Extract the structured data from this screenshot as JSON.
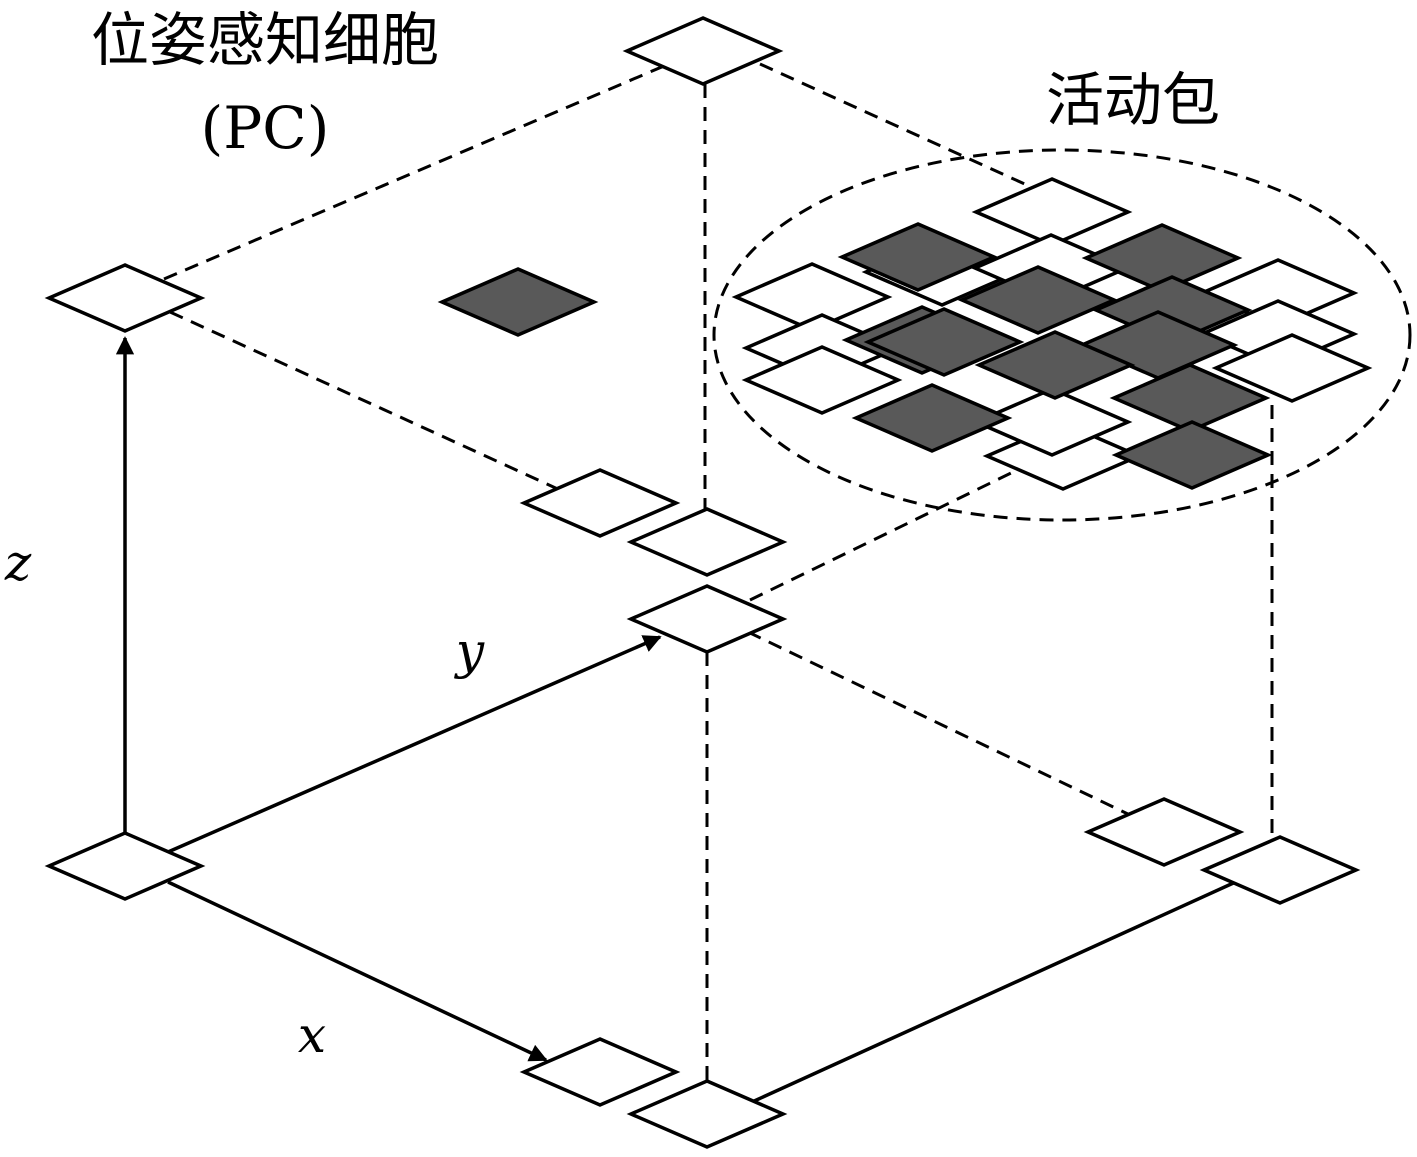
{
  "labels": {
    "pose_cells": "位姿感知细胞",
    "pose_cells_abbr": "(PC)",
    "activity_packet": "活动包",
    "axis_x": "x",
    "axis_y": "y",
    "axis_z": "z"
  },
  "colors": {
    "stroke": "#000000",
    "active_cell_fill": "#595959",
    "inactive_cell_fill": "#ffffff",
    "background": "#ffffff"
  }
}
